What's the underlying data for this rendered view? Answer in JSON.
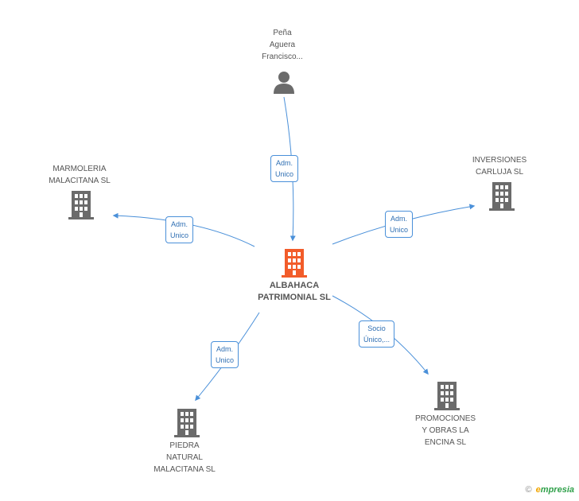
{
  "center": {
    "name_line1": "ALBAHACA",
    "name_line2": "PATRIMONIAL SL",
    "icon": "building-icon",
    "color": "#f25c2a"
  },
  "nodes": {
    "person": {
      "line1": "Peña",
      "line2": "Aguera",
      "line3": "Francisco...",
      "icon": "person-icon"
    },
    "marmoleria": {
      "line1": "MARMOLERIA",
      "line2": "MALACITANA SL",
      "icon": "building-icon"
    },
    "inversiones": {
      "line1": "INVERSIONES",
      "line2": "CARLUJA SL",
      "icon": "building-icon"
    },
    "piedra": {
      "line1": "PIEDRA",
      "line2": "NATURAL",
      "line3": "MALACITANA SL",
      "icon": "building-icon"
    },
    "promociones": {
      "line1": "PROMOCIONES",
      "line2": "Y OBRAS LA",
      "line3": "ENCINA SL",
      "icon": "building-icon"
    }
  },
  "edges": {
    "person": {
      "line1": "Adm.",
      "line2": "Unico"
    },
    "marmoleria": {
      "line1": "Adm.",
      "line2": "Unico"
    },
    "inversiones": {
      "line1": "Adm.",
      "line2": "Unico"
    },
    "piedra": {
      "line1": "Adm.",
      "line2": "Unico"
    },
    "promociones": {
      "line1": "Socio",
      "line2": "Único,..."
    }
  },
  "colors": {
    "edge": "#4a90d9",
    "node_icon": "#6b6b6b",
    "center_icon": "#f25c2a"
  },
  "footer": {
    "copyright": "©",
    "brand_initial": "e",
    "brand_rest": "mpresia"
  }
}
